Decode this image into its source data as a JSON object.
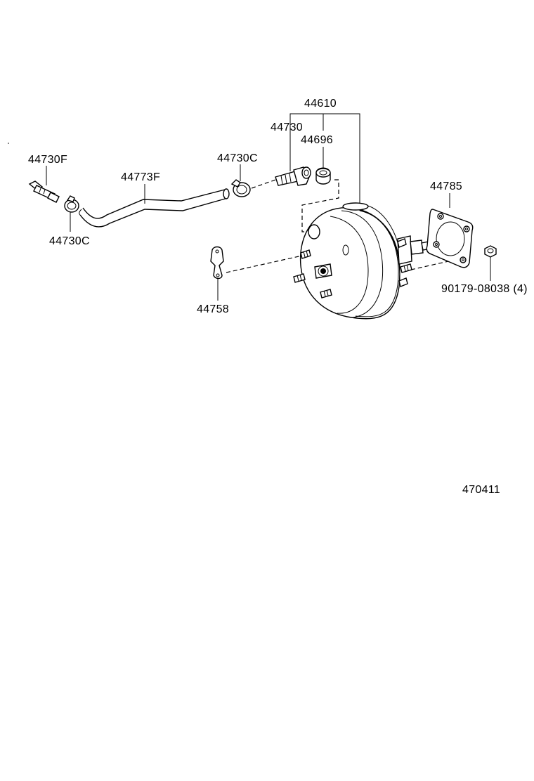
{
  "diagram": {
    "labels": {
      "p44610": "44610",
      "p44730": "44730",
      "p44696": "44696",
      "p44730F": "44730F",
      "p44730C_top": "44730C",
      "p44773F": "44773F",
      "p44785": "44785",
      "p44730C_bottom": "44730C",
      "p44758": "44758",
      "p90179": "90179-08038 (4)",
      "ref": "470411"
    }
  }
}
